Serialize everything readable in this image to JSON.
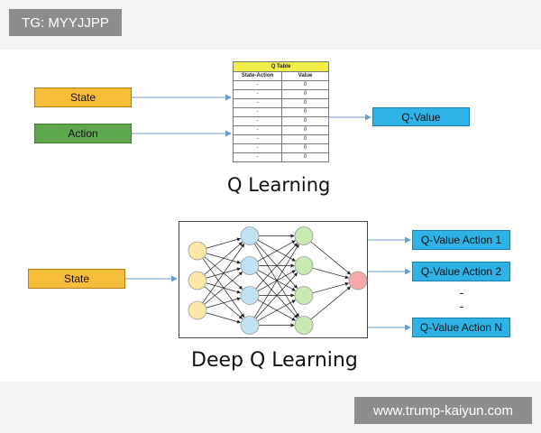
{
  "watermark": {
    "top_left": "TG: MYYJJPP",
    "bottom_right": "www.trump-kaiyun.com"
  },
  "q_learning": {
    "inputs": [
      "State",
      "Action"
    ],
    "table": {
      "title": "Q Table",
      "headers": [
        "State-Action",
        "Value"
      ],
      "rows": [
        [
          "-",
          "0"
        ],
        [
          "-",
          "0"
        ],
        [
          "-",
          "0"
        ],
        [
          "-",
          "0"
        ],
        [
          "-",
          "0"
        ],
        [
          "-",
          "0"
        ],
        [
          "-",
          "0"
        ],
        [
          "-",
          "0"
        ],
        [
          "-",
          "0"
        ]
      ]
    },
    "output": "Q-Value",
    "caption": "Q Learning"
  },
  "deep_q_learning": {
    "input": "State",
    "network": {
      "layers": [
        3,
        4,
        4,
        1
      ],
      "layer_colors": [
        "#fbe7a6",
        "#bfe3f5",
        "#c9e9b3",
        "#f6a9ab"
      ]
    },
    "outputs": [
      "Q-Value Action 1",
      "Q-Value Action 2",
      "Q-Value Action N"
    ],
    "ellipsis": [
      "-",
      "-"
    ],
    "caption": "Deep Q Learning"
  },
  "colors": {
    "orange": "#f6bd3b",
    "green": "#5ea84e",
    "blue": "#2fb2e6",
    "table_header": "#f1ee4a",
    "arrow": "#6b9fd1"
  }
}
